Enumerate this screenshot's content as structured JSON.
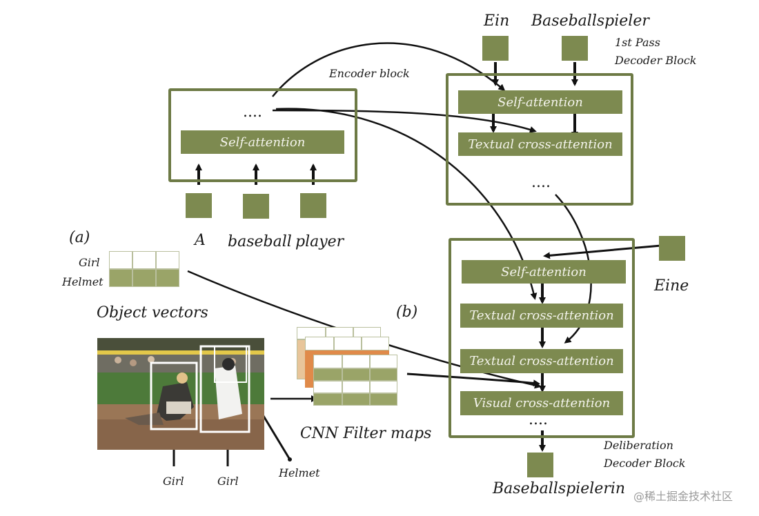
{
  "encoder": {
    "label": "Encoder block",
    "dots": "....",
    "self_attention": "Self-attention",
    "words": [
      "A",
      "baseball",
      "player"
    ]
  },
  "first_pass": {
    "label_line1": "1st Pass",
    "label_line2": "Decoder Block",
    "words": [
      "Ein",
      "Baseballspieler"
    ],
    "self_attention": "Self-attention",
    "textual_cross": "Textual  cross-attention",
    "dots": "...."
  },
  "deliberation": {
    "label_line1": "Deliberation",
    "label_line2": "Decoder Block",
    "input_word": "Eine",
    "self_attention": "Self-attention",
    "textual_cross_1": "Textual  cross-attention",
    "textual_cross_2": "Textual  cross-attention",
    "visual_cross": "Visual  cross-attention",
    "dots": "....",
    "output_word": "Baseballspielerin"
  },
  "panel_a": {
    "marker": "(a)",
    "rows": [
      "Girl",
      "Helmet"
    ],
    "caption": "Object vectors"
  },
  "panel_b": {
    "marker": "(b)",
    "caption": "CNN Filter maps"
  },
  "photo": {
    "labels": [
      "Girl",
      "Girl",
      "Helmet"
    ]
  },
  "watermark": "@稀土掘金技术社区",
  "colors": {
    "olive": "#7d8a50",
    "frame": "#6d7a45",
    "orange": "#e08a4a"
  }
}
